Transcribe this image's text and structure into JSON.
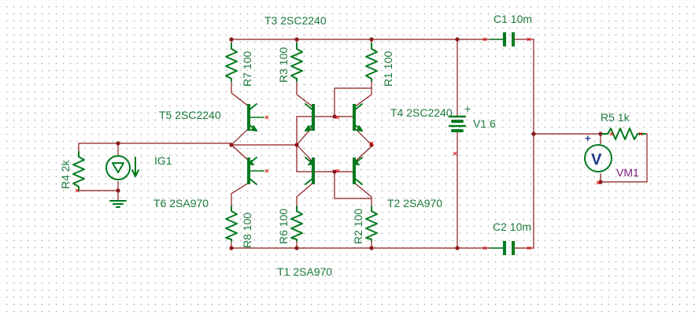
{
  "components": {
    "T3": "T3 2SC2240",
    "T5": "T5 2SC2240",
    "T4": "T4 2SC2240",
    "T6": "T6 2SA970",
    "T2": "T2 2SA970",
    "T1": "T1 2SA970",
    "R7": "R7 100",
    "R3": "R3 100",
    "R1": "R1 100",
    "R8": "R8 100",
    "R6": "R6 100",
    "R2": "R2 100",
    "R4": "R4 2k",
    "R5": "R5 1k",
    "C1": "C1 10m",
    "C2": "C2 10m",
    "V1": "V1 6",
    "IG1": "IG1",
    "VM1": "VM1"
  },
  "symbols": {
    "voltmeter": "V",
    "plus": "+"
  },
  "colors": {
    "wire": "#8b1a1a",
    "component": "#007a1e",
    "label": "#1b7a3c",
    "meter_label": "#7a1a7a",
    "junction": "#8b1a1a",
    "unconnected_mark": "#e01010"
  }
}
